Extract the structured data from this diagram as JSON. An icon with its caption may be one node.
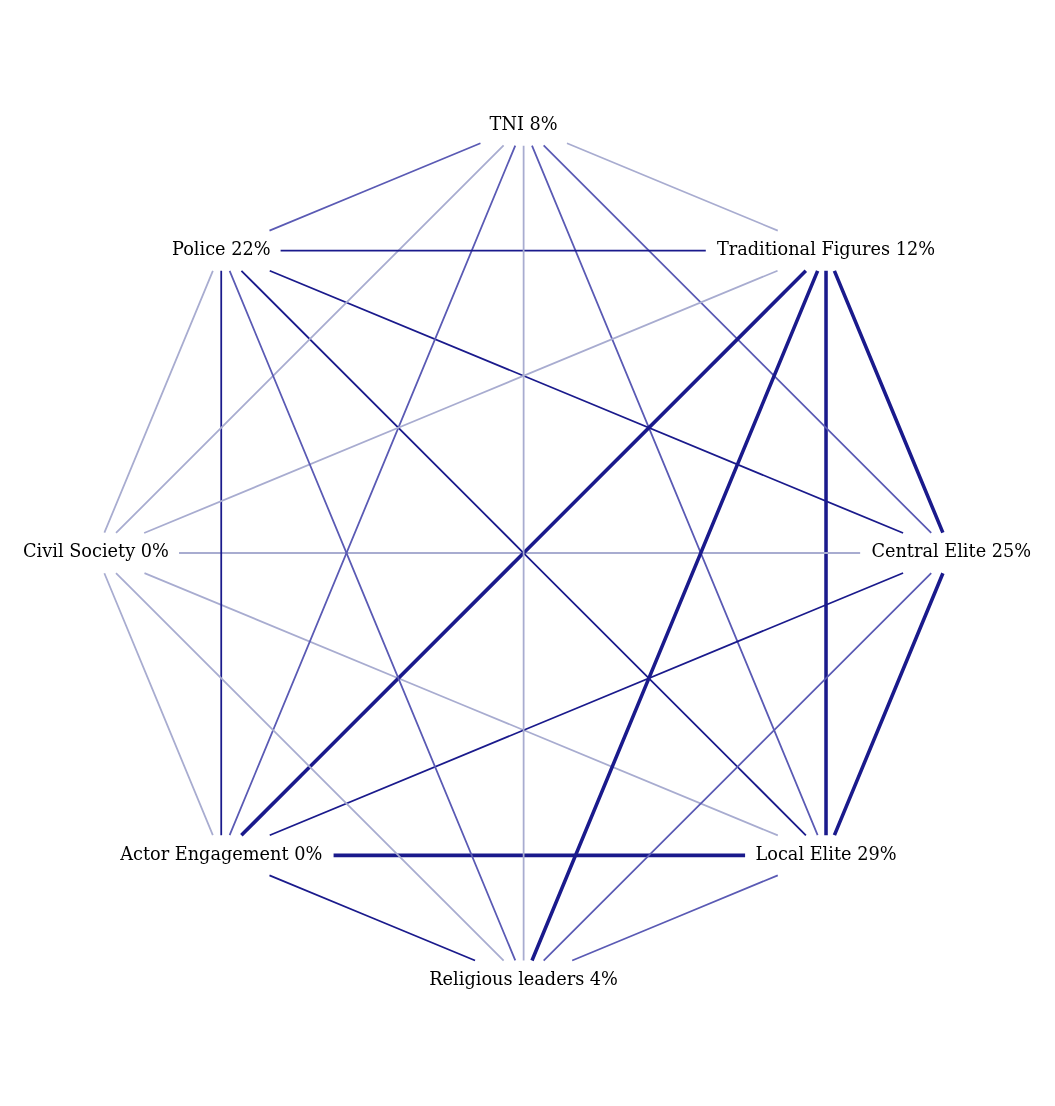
{
  "diagram": {
    "nodes": [
      {
        "text": [
          "Local Elite 29%"
        ]
      },
      {
        "text": [
          "Central Elite 25%"
        ]
      },
      {
        "text": [
          "Actor Engagement 0%"
        ]
      },
      {
        "text": [
          "Civil Society 0%"
        ]
      },
      {
        "text": [
          "Police 22%"
        ]
      },
      {
        "text": [
          "TNI 8%"
        ]
      },
      {
        "text": [
          "Traditional Figures 12%"
        ]
      },
      {
        "text": [
          "Religious leaders 4%"
        ]
      }
    ],
    "edges": [
      {
        "from": 0,
        "to": 1,
        "arrow": "none",
        "style": "thick"
      },
      {
        "from": 0,
        "to": 2,
        "arrow": "none",
        "style": "thick"
      },
      {
        "from": 0,
        "to": 3,
        "arrow": "none",
        "color": "#a8acd0"
      },
      {
        "from": 0,
        "to": 4,
        "arrow": "none"
      },
      {
        "from": 0,
        "to": 5,
        "arrow": "none",
        "color": "#5a5ab4"
      },
      {
        "from": 0,
        "to": 6,
        "arrow": "none",
        "style": "thick"
      },
      {
        "from": 0,
        "to": 7,
        "arrow": "none",
        "color": "#5a5ab4"
      },
      {
        "from": 1,
        "to": 2,
        "arrow": "none"
      },
      {
        "from": 1,
        "to": 3,
        "arrow": "none",
        "color": "#a8acd0"
      },
      {
        "from": 1,
        "to": 4,
        "arrow": "none"
      },
      {
        "from": 1,
        "to": 5,
        "arrow": "none",
        "color": "#5a5ab4"
      },
      {
        "from": 1,
        "to": 6,
        "arrow": "none",
        "style": "thick"
      },
      {
        "from": 1,
        "to": 7,
        "arrow": "none",
        "color": "#5a5ab4"
      },
      {
        "from": 2,
        "to": 3,
        "arrow": "none",
        "color": "#a8acd0"
      },
      {
        "from": 2,
        "to": 4,
        "arrow": "none"
      },
      {
        "from": 2,
        "to": 5,
        "arrow": "none",
        "color": "#5a5ab4"
      },
      {
        "from": 2,
        "to": 6,
        "arrow": "none",
        "style": "thick"
      },
      {
        "from": 2,
        "to": 7,
        "arrow": "none"
      },
      {
        "from": 3,
        "to": 4,
        "arrow": "none",
        "color": "#a8acd0"
      },
      {
        "from": 3,
        "to": 5,
        "arrow": "none",
        "color": "#a8acd0"
      },
      {
        "from": 3,
        "to": 6,
        "arrow": "none",
        "color": "#a8acd0"
      },
      {
        "from": 3,
        "to": 7,
        "arrow": "none",
        "color": "#a8acd0"
      },
      {
        "from": 4,
        "to": 5,
        "arrow": "none",
        "color": "#5a5ab4"
      },
      {
        "from": 4,
        "to": 6,
        "arrow": "none"
      },
      {
        "from": 4,
        "to": 7,
        "arrow": "none",
        "color": "#5a5ab4"
      },
      {
        "from": 5,
        "to": 6,
        "arrow": "none",
        "color": "#a8acd0"
      },
      {
        "from": 5,
        "to": 7,
        "arrow": "none",
        "color": "#a8acd0"
      },
      {
        "from": 6,
        "to": 7,
        "arrow": "none",
        "style": "thick"
      }
    ]
  }
}
